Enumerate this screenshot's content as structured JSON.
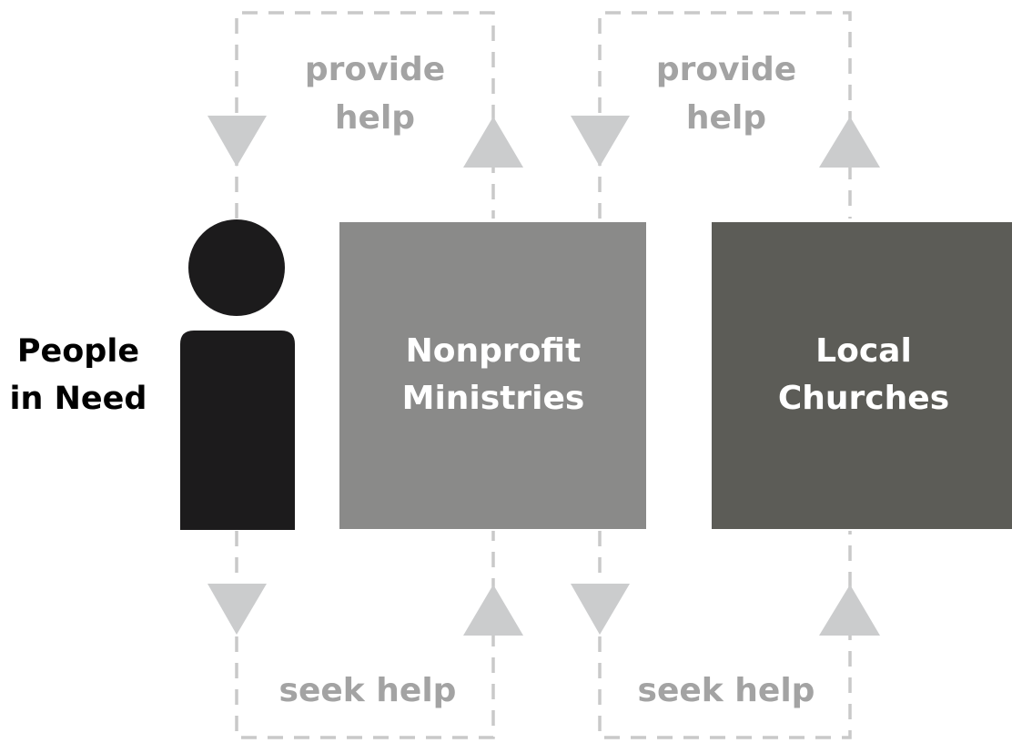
{
  "people": {
    "label_line1": "People",
    "label_line2": "in Need",
    "icon": "person-icon",
    "color": "#1c1b1c"
  },
  "nonprofit": {
    "label_line1": "Nonprofit",
    "label_line2": "Ministries",
    "color": "#8a8a89"
  },
  "churches": {
    "label_line1": "Local",
    "label_line2": "Churches",
    "color": "#5c5c57"
  },
  "flows": {
    "provide_left_line1": "provide",
    "provide_left_line2": "help",
    "provide_right_line1": "provide",
    "provide_right_line2": "help",
    "seek_left": "seek help",
    "seek_right": "seek help"
  },
  "colors": {
    "flow_text": "#a3a3a3",
    "dashed_line": "#c9c9c9",
    "arrow": "#cbcccd"
  }
}
